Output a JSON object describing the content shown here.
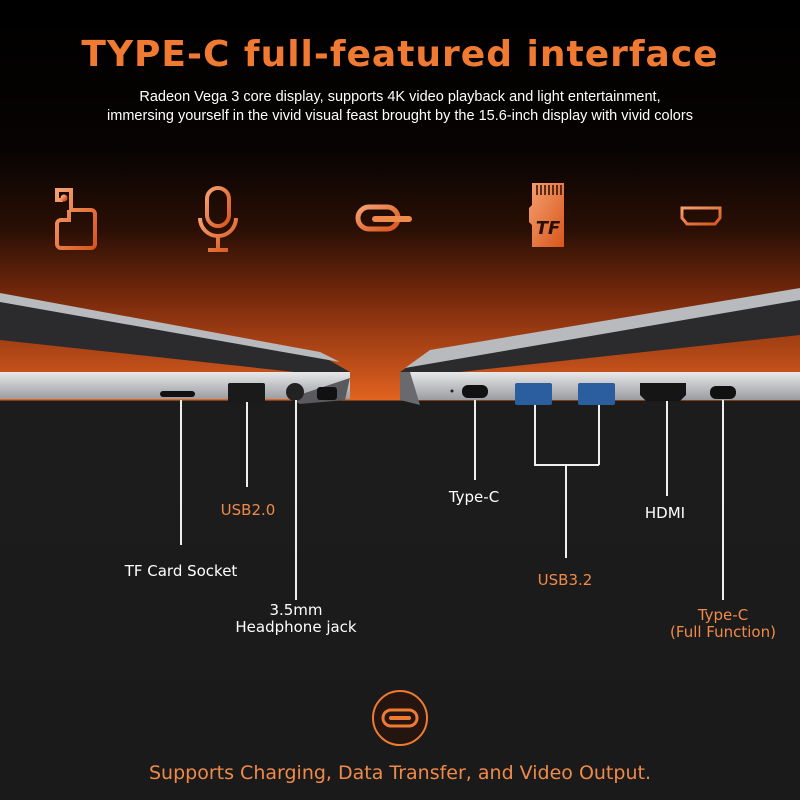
{
  "title": "TYPE-C full-featured interface",
  "subtitle_line1": "Radeon Vega 3 core display, supports 4K video playback and light entertainment,",
  "subtitle_line2": "immersing yourself in the vivid visual feast brought by the 15.6-inch display with vivid colors",
  "icons": [
    "usb-drive-icon",
    "microphone-icon",
    "type-c-port-icon",
    "tf-card-icon",
    "hdmi-port-icon"
  ],
  "tf_icon_text": "TF",
  "labels": {
    "usb20": "USB2.0",
    "tf_card": "TF Card Socket",
    "headphone_1": "3.5mm",
    "headphone_2": "Headphone jack",
    "type_c": "Type-C",
    "usb32": "USB3.2",
    "hdmi": "HDMI",
    "type_c_full_1": "Type-C",
    "type_c_full_2": "(Full Function)"
  },
  "footer": "Supports Charging, Data Transfer, and Video Output.",
  "colors": {
    "accent": "#f07a32",
    "label_orange": "#f08a4a"
  }
}
